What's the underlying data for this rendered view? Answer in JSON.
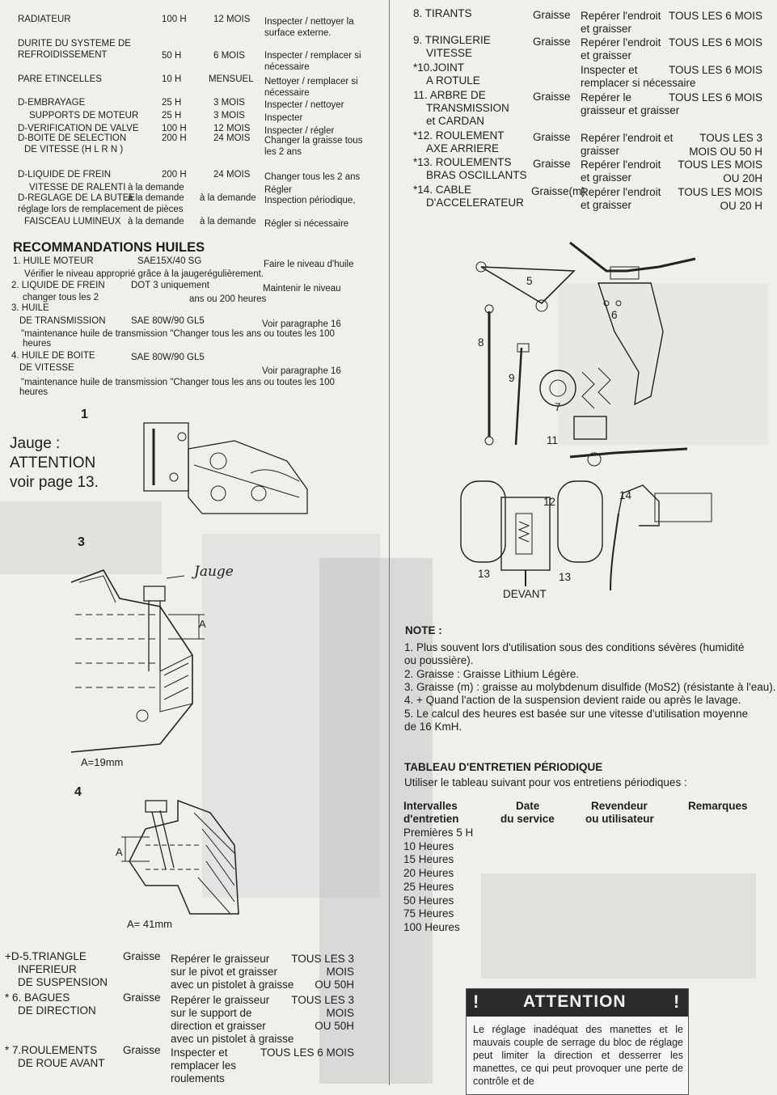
{
  "maintenance_left": [
    {
      "item": [
        "RADIATEUR"
      ],
      "hours": "100 H",
      "period": "12 MOIS",
      "action": [
        "Inspecter / nettoyer la",
        "surface externe."
      ]
    },
    {
      "item": [
        "DURITE DU SYSTEME DE",
        "REFROIDISSEMENT"
      ],
      "hours": "50 H",
      "period": "6 MOIS",
      "action": [
        "Inspecter / remplacer si",
        "nécessaire"
      ]
    },
    {
      "item": [
        "PARE ETINCELLES"
      ],
      "hours": "10 H",
      "period": "MENSUEL",
      "action": [
        "Nettoyer / remplacer si",
        "nécessaire"
      ]
    },
    {
      "item": [
        "D-EMBRAYAGE"
      ],
      "hours": "25 H",
      "period": "3 MOIS",
      "action": [
        "Inspecter / nettoyer"
      ]
    },
    {
      "item": [
        "SUPPORTS DE MOTEUR"
      ],
      "hours": "25 H",
      "period": "3 MOIS",
      "action": [
        "Inspecter"
      ]
    },
    {
      "item": [
        "D-VERIFICATION DE VALVE"
      ],
      "hours": "100 H",
      "period": "12 MOIS",
      "action": [
        "Inspecter / régler"
      ]
    },
    {
      "item": [
        "D-BOITE DE SELECTION",
        "DE VITESSE (H L R N )"
      ],
      "hours": "200 H",
      "period": "24 MOIS",
      "action": [
        "Changer la graisse tous",
        "les 2 ans"
      ]
    },
    {
      "item": [
        "D-LIQUIDE DE FREIN"
      ],
      "hours": "200 H",
      "period": "24 MOIS",
      "action": [
        "Changer tous les 2 ans"
      ]
    },
    {
      "item": [
        "VITESSE DE RALENTI"
      ],
      "hours": "à la demande",
      "period": "",
      "action": [
        "Régler"
      ]
    },
    {
      "item": [
        "D-REGLAGE DE LA BUTEE"
      ],
      "hours": "à la demande",
      "period": "à la demande",
      "action": [
        "Inspection périodique,"
      ]
    },
    {
      "item": [
        "réglage lors de remplacement de pièces"
      ],
      "hours": "",
      "period": "",
      "action": []
    },
    {
      "item": [
        "FAISCEAU LUMINEUX"
      ],
      "hours": "à la demande",
      "period": "à la demande",
      "action": [
        "Régler si nécessaire"
      ]
    }
  ],
  "oil": {
    "title": "RECOMMANDATIONS HUILES",
    "lines": [
      "1. HUILE MOTEUR",
      "SAE15X/40 SG",
      "Faire le niveau d'huile",
      "Vérifier le niveau approprié grâce à la jaugerégulièrement.",
      "2. LIQUIDE DE FREIN",
      "DOT 3 uniquement",
      "Maintenir le niveau",
      "changer tous les 2",
      "ans ou 200 heures",
      "3. HUILE",
      "DE TRANSMISSION",
      "SAE 80W/90 GL5",
      "Voir paragraphe 16",
      "\"maintenance huile de transmission \"Changer tous les ans ou toutes les 100",
      "heures",
      "4. HUILE DE BOITE",
      "SAE 80W/90 GL5",
      "DE VITESSE",
      "Voir paragraphe 16",
      "\"maintenance huile de transmission \"Changer tous les ans ou toutes les 100",
      "heures"
    ]
  },
  "figures": {
    "fig1_num": "1",
    "jauge_lines": [
      "Jauge :",
      "ATTENTION",
      "voir page 13."
    ],
    "fig3_num": "3",
    "fig3_label": "Jauge",
    "fig3_dim": "A=19mm",
    "fig4_num": "4",
    "fig4_dim": "A= 41mm",
    "dim_letter": "A",
    "parts_numbers": [
      "5",
      "6",
      "8",
      "9",
      "7",
      "11",
      "12",
      "14",
      "13",
      "13"
    ],
    "devant": "DEVANT"
  },
  "lower_left": [
    {
      "item": [
        "+D-5.TRIANGLE",
        "INFERIEUR",
        "DE SUSPENSION"
      ],
      "lub": "Graisse",
      "action": [
        "Repérer le graisseur",
        "sur le pivot et graisser",
        "avec un pistolet à graisse"
      ],
      "freq": [
        "TOUS LES 3",
        "MOIS",
        "OU 50H"
      ]
    },
    {
      "item": [
        "* 6. BAGUES",
        "DE DIRECTION"
      ],
      "lub": "Graisse",
      "action": [
        "Repérer le graisseur",
        "sur le support de",
        "direction et graisser",
        "avec un pistolet à graisse"
      ],
      "freq": [
        "TOUS LES 3",
        "MOIS",
        "OU 50H"
      ]
    },
    {
      "item": [
        "* 7.ROULEMENTS",
        "DE ROUE AVANT"
      ],
      "lub": "Graisse",
      "action": [
        "Inspecter et",
        "remplacer les",
        "roulements"
      ],
      "freq": [
        "TOUS LES 6 MOIS"
      ]
    }
  ],
  "right_table": [
    {
      "item": [
        "8. TIRANTS"
      ],
      "lub": "Graisse",
      "action": [
        "Repérer l'endroit",
        "et graisser"
      ],
      "freq": [
        "TOUS LES 6 MOIS"
      ]
    },
    {
      "item": [
        "9. TRINGLERIE",
        "VITESSE"
      ],
      "lub": "Graisse",
      "action": [
        "Repérer l'endroit",
        "et graisser"
      ],
      "freq": [
        "TOUS LES 6 MOIS"
      ]
    },
    {
      "item": [
        "*10.JOINT",
        "A ROTULE"
      ],
      "lub": "",
      "action": [
        "Inspecter et",
        "remplacer si nécessaire"
      ],
      "freq": [
        "TOUS LES 6 MOIS"
      ]
    },
    {
      "item": [
        "11. ARBRE DE",
        "TRANSMISSION",
        "et CARDAN"
      ],
      "lub": "Graisse",
      "action": [
        "Repérer le",
        "graisseur et graisser"
      ],
      "freq": [
        "TOUS LES 6 MOIS"
      ]
    },
    {
      "item": [
        "*12. ROULEMENT",
        "AXE ARRIERE"
      ],
      "lub": "Graisse",
      "action": [
        "Repérer l'endroit et",
        "graisser"
      ],
      "freq": [
        "TOUS LES 3",
        "MOIS OU 50 H"
      ]
    },
    {
      "item": [
        "*13. ROULEMENTS",
        "BRAS OSCILLANTS"
      ],
      "lub": "Graisse",
      "action": [
        "Repérer l'endroit",
        "et graisser"
      ],
      "freq": [
        "TOUS LES MOIS",
        "OU 20H"
      ]
    },
    {
      "item": [
        "*14. CABLE",
        "D'ACCELERATEUR"
      ],
      "lub": "Graisse(m)",
      "action": [
        "Repérer l'endroit",
        "et graisser"
      ],
      "freq": [
        "TOUS LES MOIS",
        "OU 20 H"
      ]
    }
  ],
  "note": {
    "title": "NOTE :",
    "lines": [
      "1. Plus souvent lors d'utilisation sous des conditions sévères (humidité",
      "ou poussière).",
      "2. Graisse : Graisse Lithium Légère.",
      "3. Graisse (m) : graisse au molybdenum disulfide (MoS2) (résistante à l'eau).",
      "4. + Quand l'action de la suspension devient raide ou après le lavage.",
      "5. Le calcul des heures est basée sur une vitesse d'utilisation moyenne",
      "de 16 KmH."
    ]
  },
  "periodic": {
    "title": "TABLEAU D'ENTRETIEN PÉRIODIQUE",
    "subtitle": "Utiliser le tableau suivant pour vos entretiens périodiques :",
    "headers": [
      [
        "Intervalles",
        "d'entretien"
      ],
      [
        "Date",
        "du service"
      ],
      [
        "Revendeur",
        "ou utilisateur"
      ],
      [
        "Remarques"
      ]
    ],
    "rows": [
      "Premières 5 H",
      "10 Heures",
      "15 Heures",
      "20 Heures",
      "25 Heures",
      "50 Heures",
      "75 Heures",
      "100 Heures"
    ]
  },
  "attention": {
    "title": "ATTENTION",
    "bang": "!",
    "text": "Le réglage inadéquat des manettes et le mauvais couple de serrage du bloc de réglage peut limiter la direction et desserrer les manettes, ce qui peut provoquer une perte de contrôle et de"
  },
  "colors": {
    "paper": "#f1efec",
    "ink": "#1d1d1d",
    "shade": "#8d8c8a",
    "box": "#2a2a2a"
  }
}
